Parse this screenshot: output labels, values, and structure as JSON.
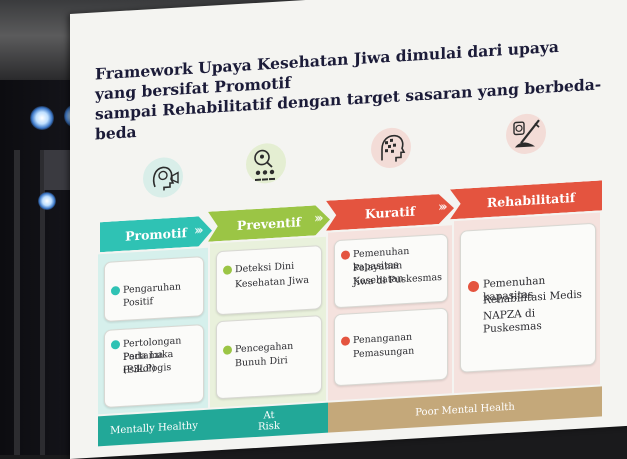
{
  "slide": {
    "title_line1": "Framework Upaya Kesehatan Jiwa dimulai dari upaya yang bersifat Promotif",
    "title_line2": "sampai Rehabilitatif dengan target sasaran yang berbeda-beda"
  },
  "phases": [
    {
      "label": "Promotif",
      "color": "#2fc2b4",
      "icon": "head-megaphone-icon"
    },
    {
      "label": "Preventif",
      "color": "#9bc545",
      "icon": "magnifier-people-icon"
    },
    {
      "label": "Kuratif",
      "color": "#e4543f",
      "icon": "brain-head-icon"
    },
    {
      "label": "Rehabilitatif",
      "color": "#e4543f",
      "icon": "syringe-pill-icon"
    }
  ],
  "cards": {
    "promotif_1": "Pengaruhan Positif",
    "promotif_2_line1": "Pertolongan Pertama",
    "promotif_2_line2": "Pada Luka Psikologis",
    "promotif_2_line3": "(P3LP)",
    "preventif_1_line1": "Deteksi Dini",
    "preventif_1_line2": "Kesehatan Jiwa",
    "preventif_2_line1": "Pencegahan",
    "preventif_2_line2": "Bunuh Diri",
    "kuratif_1_line1": "Pemenuhan kapasitas",
    "kuratif_1_line2": "Pelayanan Kesehatan",
    "kuratif_1_line3": "Jiwa di Puskesmas",
    "kuratif_2_line1": "Penanganan",
    "kuratif_2_line2": "Pemasungan",
    "rehab_1_line1": "Pemenuhan kapasitas",
    "rehab_1_line2": "Rehabilitasi Medis",
    "rehab_1_line3": "NAPZA di Puskesmas"
  },
  "bands": {
    "mentally_healthy": "Mentally Healthy",
    "at_risk_line1": "At",
    "at_risk_line2": "Risk",
    "poor_mental_health": "Poor Mental Health"
  },
  "colors": {
    "teal": "#2fc2b4",
    "green": "#9bc545",
    "red": "#e4543f",
    "band_teal": "#22a898",
    "band_tan": "#c4a87a"
  }
}
